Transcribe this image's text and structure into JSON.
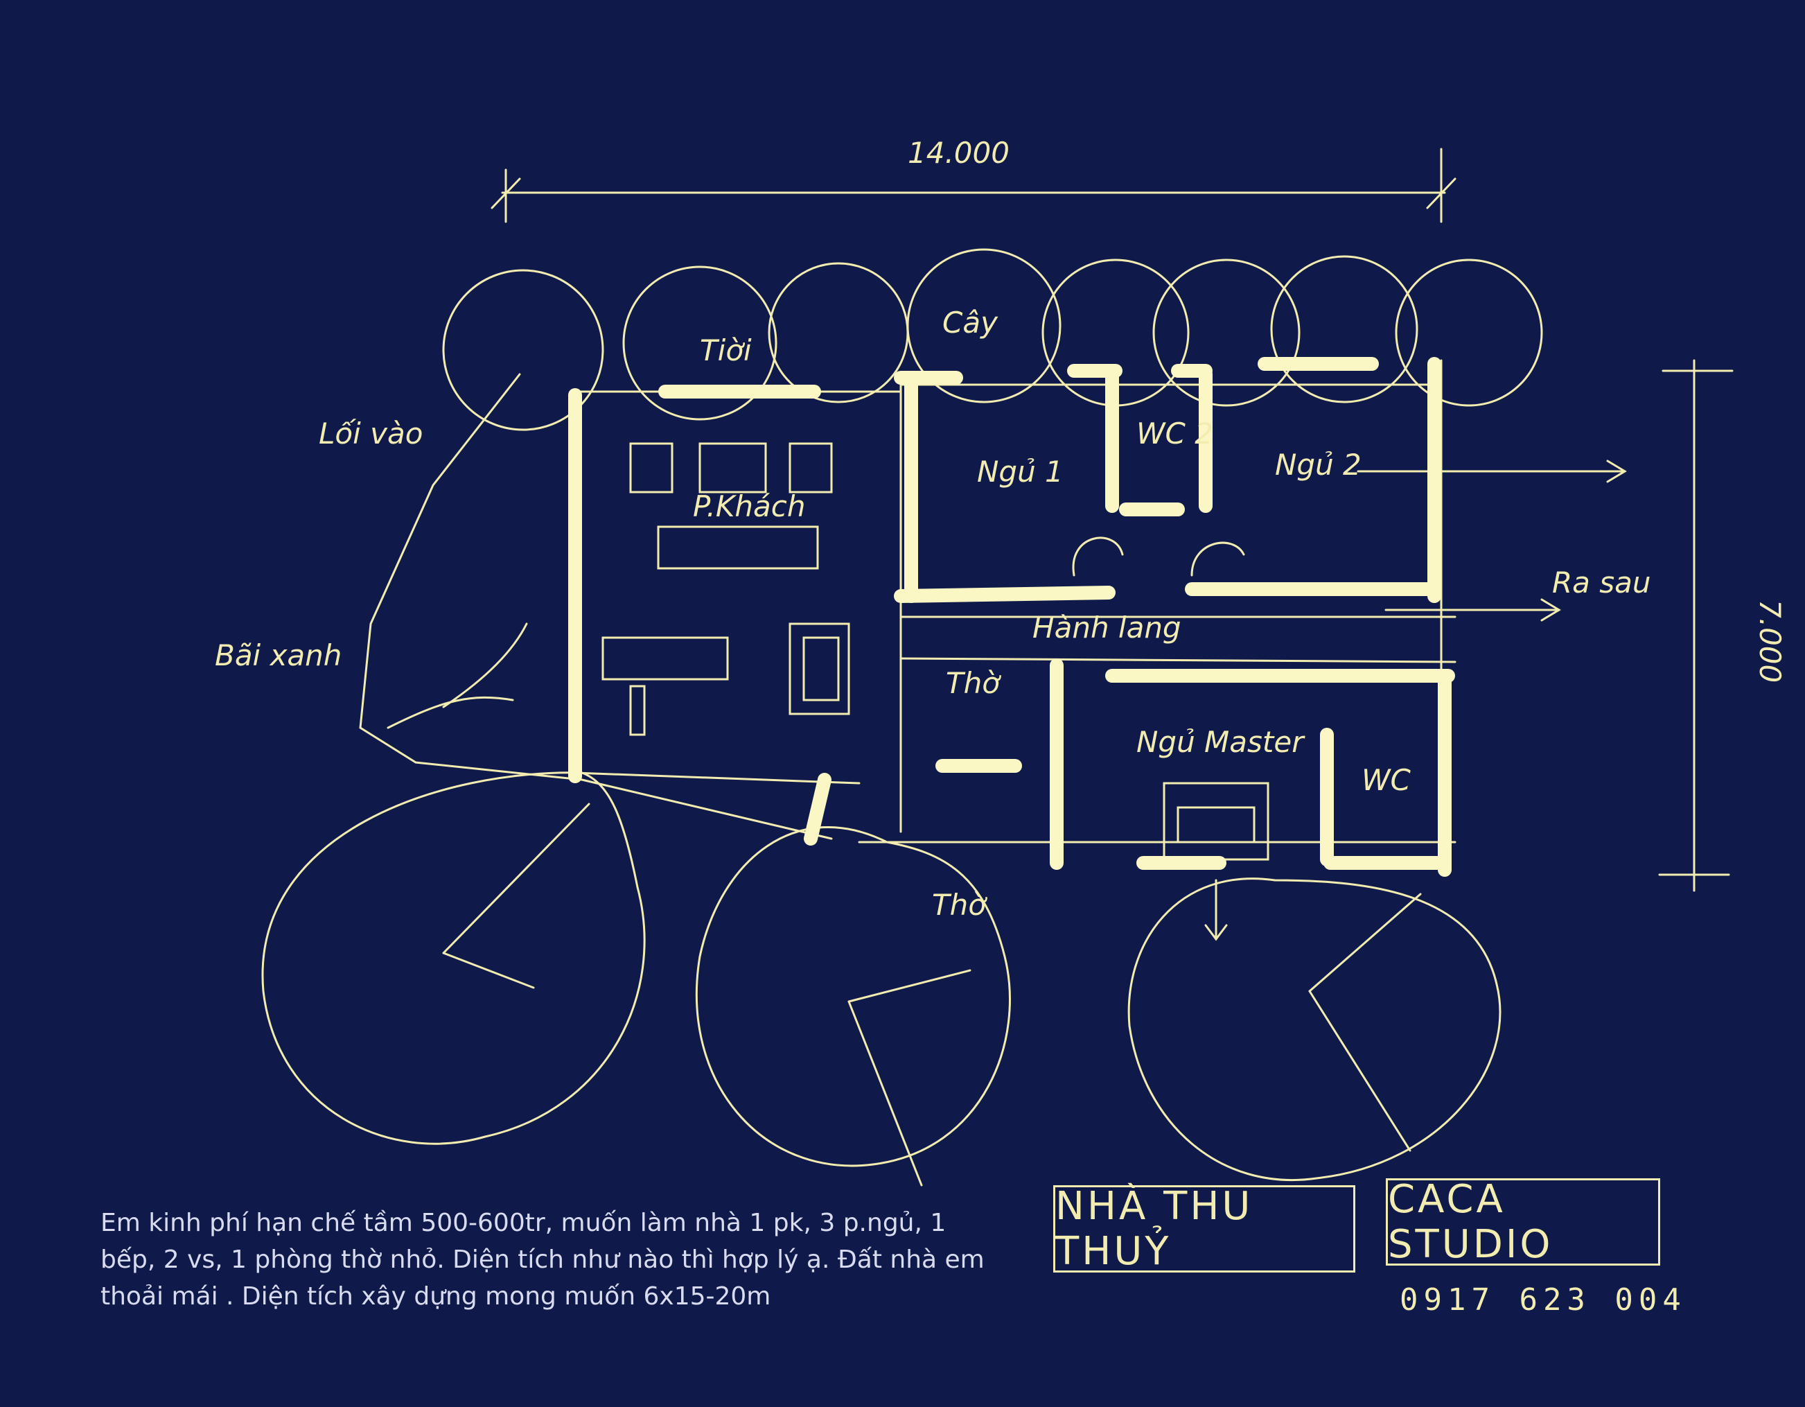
{
  "colors": {
    "paper": "#0f1a4a",
    "ink": "#f3ecb0",
    "wall": "#fbf7c4",
    "note_text": "#d9dcef"
  },
  "dimensions": {
    "width_label": "14.000",
    "depth_label": "7.000"
  },
  "labels": {
    "trees_top": "Cây",
    "yard": "Tiời",
    "entrance": "Lối vào",
    "lawn": "Bãi xanh",
    "living": "P.Khách",
    "bed1": "Ngủ 1",
    "bed2": "Ngủ 2",
    "wc1": "WC 2",
    "hallway": "Hành lang",
    "back": "Ra sau",
    "altar": "Thờ",
    "master": "Ngủ Master",
    "wc2": "WC",
    "altar_outside": "Thờ"
  },
  "title_block": {
    "owner": "NHÀ THU THUỶ",
    "studio": "CACA STUDIO",
    "phone": "0917 623 004"
  },
  "note": "Em kinh phí hạn chế tầm 500-600tr, muốn làm nhà 1 pk, 3 p.ngủ, 1 bếp, 2 vs, 1 phòng thờ nhỏ. Diện tích như nào thì hợp lý ạ. Đất nhà em thoải mái . Diện tích xây dựng mong muốn 6x15-20m"
}
